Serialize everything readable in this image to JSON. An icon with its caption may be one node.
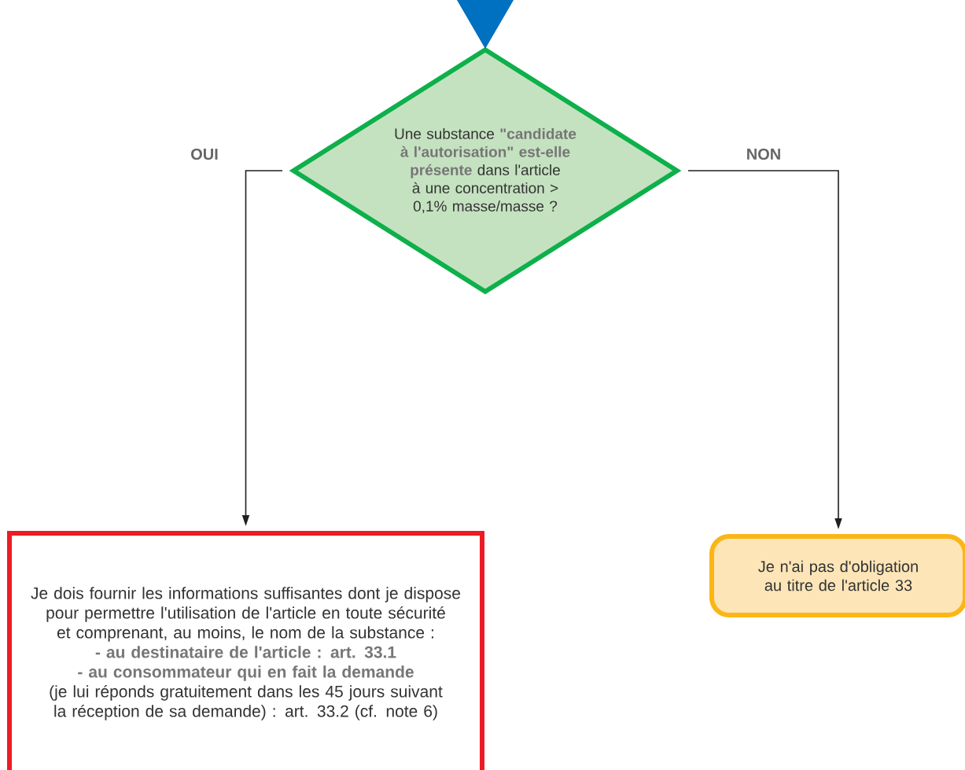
{
  "diagram": {
    "nodes": [
      {
        "text": [
          "Une substance **\"candidate à l'autorisation\" est-elle présente** dans l'article à une concentration > 0,1% masse/masse ?"
        ]
      },
      {
        "text": [
          "Je dois fournir les informations suffisantes dont je dispose pour permettre l'utilisation de l'article en toute sécurité et comprenant, au moins, le nom de la substance :",
          "- au destinataire de l'article : art. 33.1",
          "- au consommateur qui en fait la demande",
          "(je lui réponds gratuitement dans les 45 jours suivant la réception de sa demande) : art. 33.2 (cf. note 6)"
        ]
      },
      {
        "text": [
          "Je n'ai pas d'obligation au titre de l'article 33"
        ]
      }
    ],
    "edges": [
      {
        "from": null,
        "to": 0,
        "arrow": "to",
        "style": "thick",
        "color": "#0070c0"
      },
      {
        "from": 0,
        "to": 1,
        "arrow": "to",
        "label": "OUI"
      },
      {
        "from": 0,
        "to": 2,
        "arrow": "to",
        "label": "NON"
      }
    ]
  }
}
